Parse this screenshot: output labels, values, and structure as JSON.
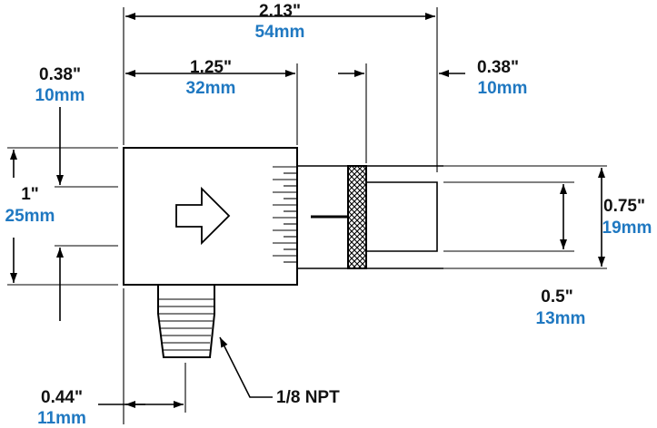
{
  "colors": {
    "imperial": "#111111",
    "metric": "#1f78c1",
    "line": "#000000"
  },
  "dimensions": {
    "overall_length": {
      "imperial": "2.13\"",
      "metric": "54mm"
    },
    "body_length": {
      "imperial": "1.25\"",
      "metric": "32mm"
    },
    "top_offset": {
      "imperial": "0.38\"",
      "metric": "10mm"
    },
    "collar_offset": {
      "imperial": "0.38\"",
      "metric": "10mm"
    },
    "body_height": {
      "imperial": "1\"",
      "metric": "25mm"
    },
    "tube_outer": {
      "imperial": "0.75\"",
      "metric": "19mm"
    },
    "tube_inner": {
      "imperial": "0.5\"",
      "metric": "13mm"
    },
    "port_offset": {
      "imperial": "0.44\"",
      "metric": "11mm"
    }
  },
  "callouts": {
    "port_thread": "1/8 NPT"
  },
  "icons": {
    "flow_arrow": "arrow-right-outline-icon"
  }
}
